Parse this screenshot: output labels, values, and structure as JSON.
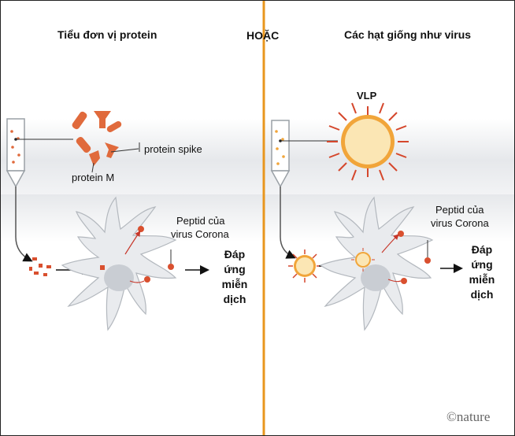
{
  "left": {
    "title": "Tiểu đơn vị protein",
    "spike_label": "protein spike",
    "m_label": "protein M",
    "peptide_label_1": "Peptid của",
    "peptide_label_2": "virus Corona",
    "response_lines": [
      "Đáp",
      "ứng",
      "miễn",
      "dịch"
    ]
  },
  "divider_label": "HOẶC",
  "right": {
    "title": "Các hạt giống như virus",
    "vlp_label": "VLP",
    "peptide_label_1": "Peptid của",
    "peptide_label_2": "virus Corona",
    "response_lines": [
      "Đáp",
      "ứng",
      "miễn",
      "dịch"
    ]
  },
  "credit": "©nature",
  "colors": {
    "divider": "#e8961e",
    "protein": "#e06a3c",
    "vlp_fill": "#fbe6b4",
    "vlp_ring": "#f1a53a",
    "spikes": "#d5472c",
    "cell": "#e9ebee"
  }
}
